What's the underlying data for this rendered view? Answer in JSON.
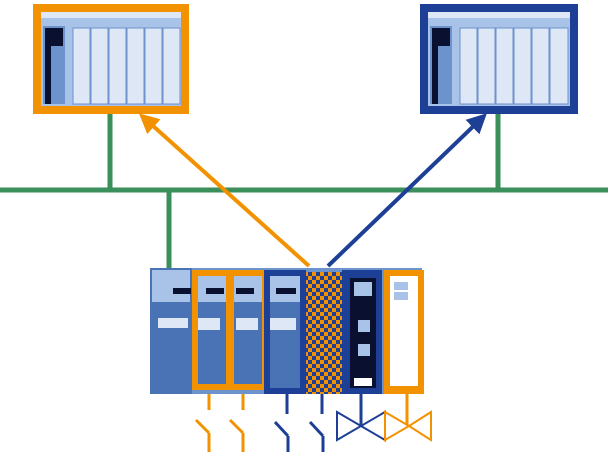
{
  "colors": {
    "background": "#ffffff",
    "orange": "#f39200",
    "blue": "#1d3f95",
    "green": "#3a8f5a",
    "rack_light": "#a8c2e8",
    "rack_mid": "#6d93cc",
    "rack_dark": "#4a73b5",
    "slot_light": "#dde7f5",
    "screen_dark": "#0a1030",
    "white": "#ffffff"
  },
  "diagram": {
    "controller_left": {
      "frame_color": "orange",
      "icon": "plc-rack-icon",
      "slot_count": 6
    },
    "controller_right": {
      "frame_color": "blue",
      "icon": "plc-rack-icon",
      "slot_count": 6
    },
    "bus": {
      "color": "green"
    },
    "io_station": {
      "icon": "distributed-io-rack-icon",
      "modules": [
        {
          "role": "power-supply",
          "owner": "shared"
        },
        {
          "role": "digital-module",
          "owner": "orange"
        },
        {
          "role": "digital-module",
          "owner": "orange"
        },
        {
          "role": "digital-module",
          "owner": "blue"
        },
        {
          "role": "shared-module",
          "owner": "shared"
        },
        {
          "role": "analog-module",
          "owner": "blue"
        },
        {
          "role": "analog-module",
          "owner": "orange"
        }
      ]
    },
    "field_devices": [
      {
        "type": "switch-icon",
        "owner": "orange"
      },
      {
        "type": "switch-icon",
        "owner": "orange"
      },
      {
        "type": "switch-icon",
        "owner": "blue"
      },
      {
        "type": "switch-icon",
        "owner": "blue"
      },
      {
        "type": "valve-icon",
        "owner": "blue"
      },
      {
        "type": "valve-icon",
        "owner": "orange"
      }
    ],
    "connections": [
      {
        "from": "io_station",
        "to": "controller_left",
        "owner": "orange"
      },
      {
        "from": "io_station",
        "to": "controller_right",
        "owner": "blue"
      }
    ]
  }
}
